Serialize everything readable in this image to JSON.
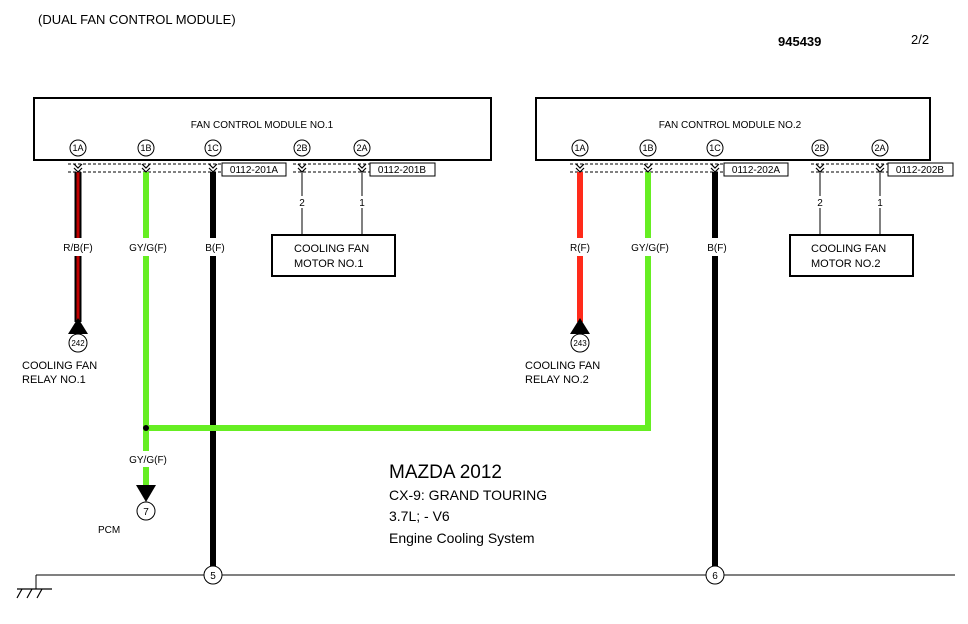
{
  "header": {
    "section_title": "(DUAL FAN CONTROL MODULE)",
    "diagram_number": "945439",
    "page_indicator": "2/2"
  },
  "modules": [
    {
      "name": "FAN CONTROL MODULE NO.1",
      "pins": [
        "1A",
        "1B",
        "1C",
        "2B",
        "2A"
      ],
      "connector_a": "0112-201A",
      "connector_b": "0112-201B"
    },
    {
      "name": "FAN CONTROL MODULE NO.2",
      "pins": [
        "1A",
        "1B",
        "1C",
        "2B",
        "2A"
      ],
      "connector_a": "0112-202A",
      "connector_b": "0112-202B"
    }
  ],
  "wires": {
    "m1_1a": "R/B(F)",
    "m1_1b": "GY/G(F)",
    "m1_1c": "B(F)",
    "m2_1a": "R(F)",
    "m2_1b": "GY/G(F)",
    "m2_1c": "B(F)",
    "pcm_feed": "GY/G(F)"
  },
  "pin_numbers": {
    "m1_2b": "2",
    "m1_2a": "1",
    "m2_2b": "2",
    "m2_2a": "1"
  },
  "motors": [
    {
      "line1": "COOLING FAN",
      "line2": "MOTOR NO.1"
    },
    {
      "line1": "COOLING FAN",
      "line2": "MOTOR NO.2"
    }
  ],
  "relays": [
    {
      "ref": "242",
      "line1": "COOLING FAN",
      "line2": "RELAY NO.1"
    },
    {
      "ref": "243",
      "line1": "COOLING FAN",
      "line2": "RELAY NO.2"
    }
  ],
  "pcm": {
    "ref": "7",
    "label": "PCM"
  },
  "grounds": [
    "5",
    "6"
  ],
  "vehicle_info": {
    "make_year": "MAZDA 2012",
    "model": "CX-9: GRAND TOURING",
    "engine": "3.7L; - V6",
    "system": "Engine Cooling System"
  },
  "colors": {
    "red": "#ff2a1a",
    "dark_red": "#c00000",
    "green": "#66ee22",
    "black": "#000000"
  }
}
